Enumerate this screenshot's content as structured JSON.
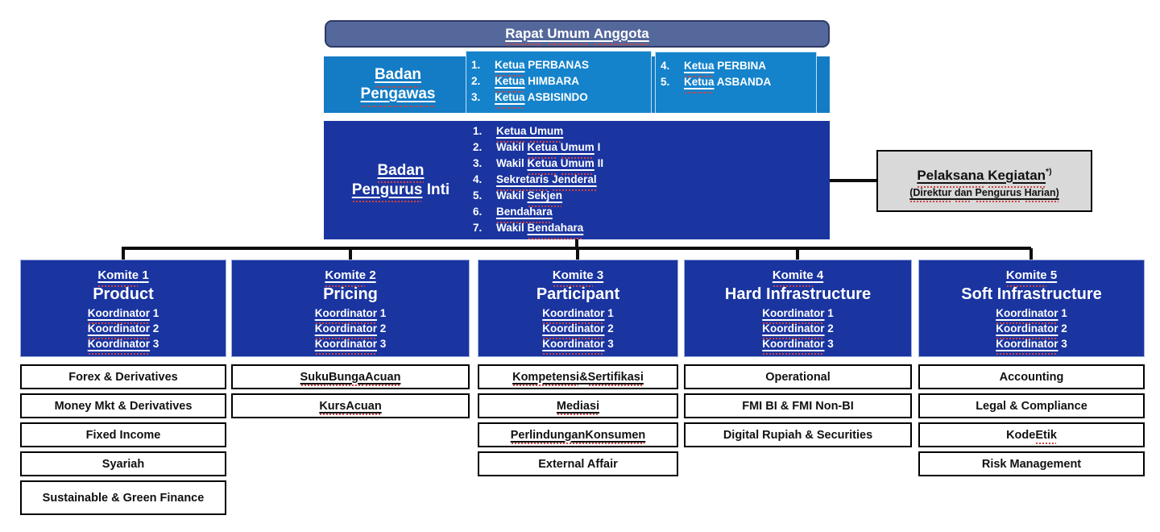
{
  "palette": {
    "slate": "#54689B",
    "slateBorder": "#2D3A66",
    "lightBlue": "#137CC4",
    "tabBlue": "#1583CB",
    "darkBlue": "#1A34A0",
    "headerBorder": "#9FB2DC",
    "grayBox": "#D9D9D9",
    "line": "#0D0D0D",
    "squiggle": "#CE4444"
  },
  "top_box": {
    "title": [
      {
        "t": "Rapat",
        "f": "uq"
      },
      {
        "t": " ",
        "f": "u"
      },
      {
        "t": "Umum",
        "f": "uq"
      },
      {
        "t": " ",
        "f": "u"
      },
      {
        "t": "Anggota",
        "f": "uq"
      }
    ]
  },
  "badan_pengawas": {
    "label_line1": [
      {
        "t": "Badan",
        "f": "uq"
      }
    ],
    "label_line2": [
      {
        "t": "Pengawas",
        "f": "uq"
      }
    ],
    "items_left": [
      {
        "n": "1.",
        "segs": [
          {
            "t": "Ketua",
            "f": "uq"
          },
          {
            "t": " PERBANAS",
            "f": ""
          }
        ]
      },
      {
        "n": "2.",
        "segs": [
          {
            "t": "Ketua",
            "f": "uq"
          },
          {
            "t": " HIMBARA",
            "f": ""
          }
        ]
      },
      {
        "n": "3.",
        "segs": [
          {
            "t": "Ketua",
            "f": "uq"
          },
          {
            "t": " ASBISINDO",
            "f": ""
          }
        ]
      }
    ],
    "items_right": [
      {
        "n": "4.",
        "segs": [
          {
            "t": "Ketua",
            "f": "uq"
          },
          {
            "t": " PERBINA",
            "f": ""
          }
        ]
      },
      {
        "n": "5.",
        "segs": [
          {
            "t": "Ketua",
            "f": "uq"
          },
          {
            "t": " ASBANDA",
            "f": ""
          }
        ]
      }
    ]
  },
  "badan_pengurus": {
    "label_line1": [
      {
        "t": "Badan",
        "f": "uq"
      }
    ],
    "label_line2": [
      {
        "t": "Pengurus",
        "f": "uq"
      },
      {
        "t": " ",
        "f": ""
      },
      {
        "t": "Inti",
        "f": ""
      }
    ],
    "items": [
      {
        "n": "1.",
        "segs": [
          {
            "t": "Ketua",
            "f": "uq"
          },
          {
            "t": " ",
            "f": "u"
          },
          {
            "t": "Umum",
            "f": "uq"
          }
        ]
      },
      {
        "n": "2.",
        "segs": [
          {
            "t": "Wakil ",
            "f": ""
          },
          {
            "t": "Ketua",
            "f": "uq"
          },
          {
            "t": " ",
            "f": "u"
          },
          {
            "t": "Umum",
            "f": "uq"
          },
          {
            "t": " I",
            "f": ""
          }
        ]
      },
      {
        "n": "3.",
        "segs": [
          {
            "t": "Wakil ",
            "f": ""
          },
          {
            "t": "Ketua",
            "f": "uq"
          },
          {
            "t": " ",
            "f": "u"
          },
          {
            "t": "Umum",
            "f": "uq"
          },
          {
            "t": " II",
            "f": ""
          }
        ]
      },
      {
        "n": "4.",
        "segs": [
          {
            "t": "Sekretaris",
            "f": "uq"
          },
          {
            "t": " ",
            "f": "u"
          },
          {
            "t": "Jenderal",
            "f": "uq"
          }
        ]
      },
      {
        "n": "5.",
        "segs": [
          {
            "t": "Wakil ",
            "f": ""
          },
          {
            "t": "Sekjen",
            "f": "uq"
          }
        ]
      },
      {
        "n": "6.",
        "segs": [
          {
            "t": "Bendahara",
            "f": "uq"
          }
        ]
      },
      {
        "n": "7.",
        "segs": [
          {
            "t": "Wakil ",
            "f": ""
          },
          {
            "t": "Bendahara",
            "f": "uq"
          }
        ]
      }
    ]
  },
  "pelaksana": {
    "line1": [
      {
        "t": "Pelaksana",
        "f": "uq"
      },
      {
        "t": " ",
        "f": "u"
      },
      {
        "t": "Kegiatan",
        "f": "uq"
      },
      {
        "t": "*)",
        "f": "s"
      }
    ],
    "line2": [
      {
        "t": "(Direktur",
        "f": "uq"
      },
      {
        "t": " ",
        "f": "u"
      },
      {
        "t": "dan",
        "f": "uq"
      },
      {
        "t": " ",
        "f": "u"
      },
      {
        "t": "Pengurus",
        "f": "uq"
      },
      {
        "t": " ",
        "f": "u"
      },
      {
        "t": "Harian)",
        "f": "uq"
      }
    ]
  },
  "komite": [
    {
      "header": {
        "line1": [
          {
            "t": "Komite",
            "f": "uq"
          },
          {
            "t": " 1",
            "f": "u"
          }
        ],
        "line2": "Product",
        "koordinators": [
          [
            {
              "t": "Koordinator",
              "f": "uq"
            },
            {
              "t": " 1",
              "f": ""
            }
          ],
          [
            {
              "t": "Koordinator",
              "f": "uq"
            },
            {
              "t": " 2",
              "f": ""
            }
          ],
          [
            {
              "t": "Koordinator",
              "f": "uq"
            },
            {
              "t": " 3",
              "f": ""
            }
          ]
        ]
      },
      "rows": [
        [
          {
            "t": "Forex & Derivatives",
            "f": ""
          }
        ],
        [
          {
            "t": "Money Mkt & Derivatives",
            "f": ""
          }
        ],
        [
          {
            "t": "Fixed Income",
            "f": ""
          }
        ],
        [
          {
            "t": "Syariah",
            "f": ""
          }
        ],
        [
          {
            "t": "Sustainable & Green Finance",
            "f": ""
          }
        ]
      ]
    },
    {
      "header": {
        "line1": [
          {
            "t": "Komite",
            "f": "uq"
          },
          {
            "t": " 2",
            "f": "u"
          }
        ],
        "line2": "Pricing",
        "koordinators": [
          [
            {
              "t": "Koordinator",
              "f": "uq"
            },
            {
              "t": " 1",
              "f": ""
            }
          ],
          [
            {
              "t": "Koordinator",
              "f": "uq"
            },
            {
              "t": " 2",
              "f": ""
            }
          ],
          [
            {
              "t": "Koordinator",
              "f": "uq"
            },
            {
              "t": " 3",
              "f": ""
            }
          ]
        ]
      },
      "rows": [
        [
          {
            "t": "Suku",
            "f": "uq"
          },
          {
            "t": " ",
            "f": "u"
          },
          {
            "t": "Bunga",
            "f": "uq"
          },
          {
            "t": " ",
            "f": "u"
          },
          {
            "t": "Acuan",
            "f": "uq"
          }
        ],
        [
          {
            "t": "Kurs",
            "f": "uq"
          },
          {
            "t": " ",
            "f": "u"
          },
          {
            "t": "Acuan",
            "f": "uq"
          }
        ]
      ]
    },
    {
      "header": {
        "line1": [
          {
            "t": "Komite",
            "f": "uq"
          },
          {
            "t": " 3",
            "f": "u"
          }
        ],
        "line2": "Participant",
        "koordinators": [
          [
            {
              "t": "Koordinator",
              "f": "uq"
            },
            {
              "t": " 1",
              "f": ""
            }
          ],
          [
            {
              "t": "Koordinator",
              "f": "uq"
            },
            {
              "t": " 2",
              "f": ""
            }
          ],
          [
            {
              "t": "Koordinator",
              "f": "uq"
            },
            {
              "t": " 3",
              "f": ""
            }
          ]
        ]
      },
      "rows": [
        [
          {
            "t": "Kompetensi",
            "f": "uq"
          },
          {
            "t": " & ",
            "f": "u"
          },
          {
            "t": "Sertifikasi",
            "f": "uq"
          }
        ],
        [
          {
            "t": "Mediasi",
            "f": "uq"
          }
        ],
        [
          {
            "t": "Perlindungan",
            "f": "uq"
          },
          {
            "t": " ",
            "f": "u"
          },
          {
            "t": "Konsumen",
            "f": "uq"
          }
        ],
        [
          {
            "t": "External Affair",
            "f": ""
          }
        ]
      ]
    },
    {
      "header": {
        "line1": [
          {
            "t": "Komite",
            "f": "uq"
          },
          {
            "t": " 4",
            "f": "u"
          }
        ],
        "line2": "Hard Infrastructure",
        "koordinators": [
          [
            {
              "t": "Koordinator",
              "f": "uq"
            },
            {
              "t": " 1",
              "f": ""
            }
          ],
          [
            {
              "t": "Koordinator",
              "f": "uq"
            },
            {
              "t": " 2",
              "f": ""
            }
          ],
          [
            {
              "t": "Koordinator",
              "f": "uq"
            },
            {
              "t": " 3",
              "f": ""
            }
          ]
        ]
      },
      "rows": [
        [
          {
            "t": "Operational",
            "f": ""
          }
        ],
        [
          {
            "t": "FMI BI & FMI Non-BI",
            "f": ""
          }
        ],
        [
          {
            "t": "Digital Rupiah & Securities",
            "f": ""
          }
        ]
      ]
    },
    {
      "header": {
        "line1": [
          {
            "t": "Komite",
            "f": "uq"
          },
          {
            "t": " 5",
            "f": "u"
          }
        ],
        "line2": "Soft Infrastructure",
        "koordinators": [
          [
            {
              "t": "Koordinator",
              "f": "uq"
            },
            {
              "t": " 1",
              "f": ""
            }
          ],
          [
            {
              "t": "Koordinator",
              "f": "uq"
            },
            {
              "t": " 2",
              "f": ""
            }
          ],
          [
            {
              "t": "Koordinator",
              "f": "uq"
            },
            {
              "t": " 3",
              "f": ""
            }
          ]
        ]
      },
      "rows": [
        [
          {
            "t": "Accounting",
            "f": ""
          }
        ],
        [
          {
            "t": "Legal & Compliance",
            "f": ""
          }
        ],
        [
          {
            "t": "Kode ",
            "f": ""
          },
          {
            "t": "Etik",
            "f": "q"
          }
        ],
        [
          {
            "t": "Risk Management",
            "f": ""
          }
        ]
      ]
    }
  ]
}
